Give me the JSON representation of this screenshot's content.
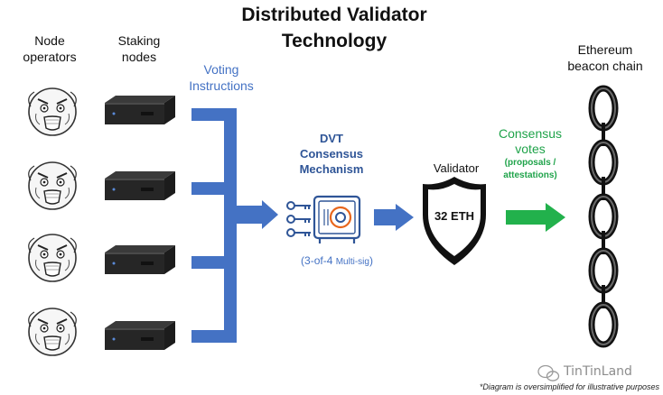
{
  "title_line1": "Distributed Validator",
  "title_line2": "Technology",
  "node_operators_line1": "Node",
  "node_operators_line2": "operators",
  "staking_nodes_line1": "Staking",
  "staking_nodes_line2": "nodes",
  "voting_line1": "Voting",
  "voting_line2": "Instructions",
  "dvt_line1": "DVT",
  "dvt_line2": "Consensus",
  "dvt_line3": "Mechanism",
  "multisig_prefix": "(3-of-4 ",
  "multisig_mid": "Multi-sig",
  "multisig_suffix": ")",
  "validator_label": "Validator",
  "validator_badge": "32 ETH",
  "consensus_line1": "Consensus",
  "consensus_line2": "votes",
  "consensus_line3": "(proposals /",
  "consensus_line4": "attestations)",
  "beacon_line1": "Ethereum",
  "beacon_line2": "beacon chain",
  "watermark_brand": "TinTinLand",
  "footnote": "*Diagram is oversimplified for illustrative purposes",
  "colors": {
    "blue_bar": "#4472C4",
    "green_arrow": "#22B14C",
    "navy_text": "#2F5597"
  }
}
